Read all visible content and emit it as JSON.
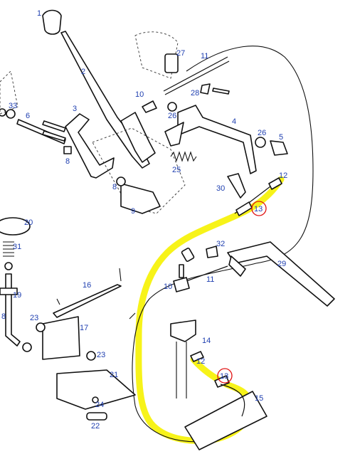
{
  "labels": {
    "l1": "1",
    "l2": "2",
    "l3": "3",
    "l4": "4",
    "l5": "5",
    "l6": "6",
    "l8a": "8",
    "l8b": "8",
    "l8c": "8",
    "l9": "9",
    "l10a": "10",
    "l10b": "10",
    "l11a": "11",
    "l11b": "11",
    "l12a": "12",
    "l12b": "12",
    "l13a": "13",
    "l13b": "13",
    "l14": "14",
    "l15": "15",
    "l16": "16",
    "l17": "17",
    "l19": "19",
    "l20": "20",
    "l21": "21",
    "l22": "22",
    "l23a": "23",
    "l23b": "23",
    "l24": "24",
    "l25": "25",
    "l26a": "26",
    "l26b": "26",
    "l27": "27",
    "l28": "28",
    "l29": "29",
    "l30": "30",
    "l31": "31",
    "l32": "32",
    "l33": "33"
  },
  "colors": {
    "highlight": "#f6f200",
    "callout_ring": "#e01010",
    "label_text": "#1f3fb0",
    "line_art": "#111111"
  }
}
